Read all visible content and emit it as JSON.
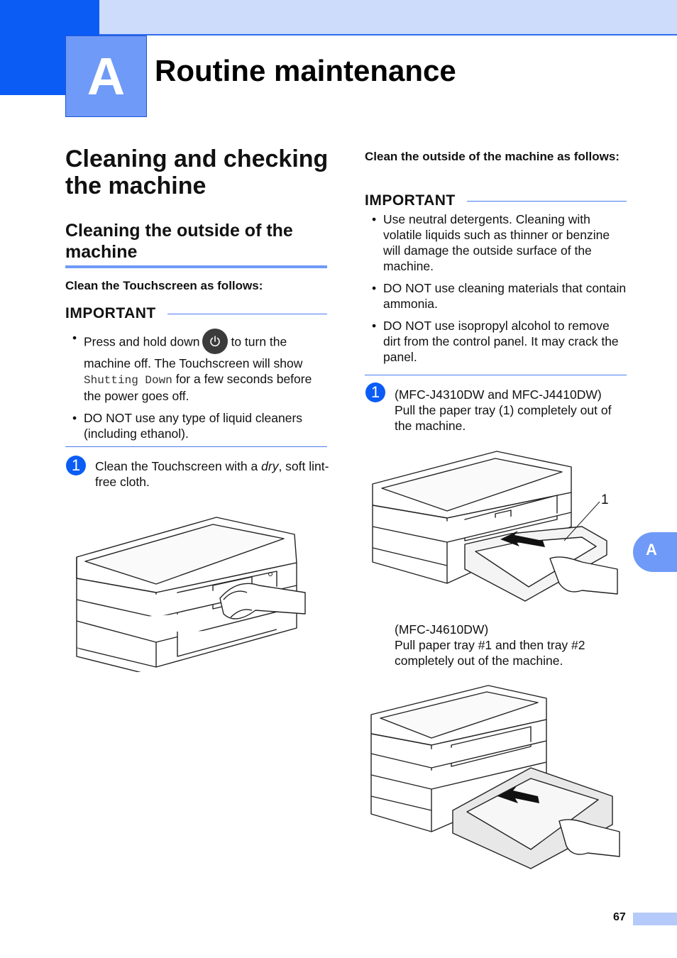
{
  "chapter": {
    "letter": "A",
    "title": "Routine maintenance"
  },
  "section_title": "Cleaning and checking the machine",
  "subsection_title": "Cleaning the outside of the machine",
  "left": {
    "instruction": "Clean the Touchscreen as follows:",
    "important_label": "IMPORTANT",
    "bullet1_before": "Press and hold down",
    "bullet1_after": "to turn the machine off. The Touchscreen will show",
    "bullet1_mono": "Shutting Down",
    "bullet1_end": "for a few seconds before the power goes off.",
    "bullet2": "DO NOT use any type of liquid cleaners (including ethanol).",
    "step1_number": "1",
    "step1_before": "Clean the Touchscreen with a",
    "step1_italic": "dry",
    "step1_after": ", soft lint-free cloth."
  },
  "right": {
    "instruction": "Clean the outside of the machine as follows:",
    "important_label": "IMPORTANT",
    "bullets": [
      "Use neutral detergents. Cleaning with volatile liquids such as thinner or benzine will damage the outside surface of the machine.",
      "DO NOT use cleaning materials that contain ammonia.",
      "DO NOT use isopropyl alcohol to remove dirt from the control panel. It may crack the panel."
    ],
    "step1_number": "1",
    "step1_line1": "(MFC-J4310DW and MFC-J4410DW)",
    "step1_line2": "Pull the paper tray (1) completely out of the machine.",
    "callout": "1",
    "model2_line1": "(MFC-J4610DW)",
    "model2_line2": "Pull paper tray #1 and then tray #2 completely out of the machine."
  },
  "side_tab": "A",
  "page_number": "67"
}
